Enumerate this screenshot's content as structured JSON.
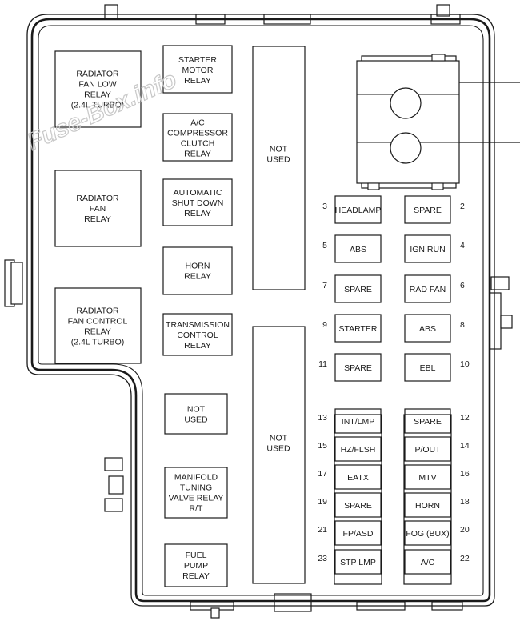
{
  "watermark": "Fuse-Box.info",
  "relays": [
    {
      "id": "radiator-fan-low-relay",
      "lines": [
        "RADIATOR",
        "FAN LOW",
        "RELAY",
        "(2.4L TURBO)"
      ]
    },
    {
      "id": "radiator-fan-relay",
      "lines": [
        "RADIATOR",
        "FAN",
        "RELAY"
      ]
    },
    {
      "id": "radiator-fan-control-relay",
      "lines": [
        "RADIATOR",
        "FAN CONTROL",
        "RELAY",
        "(2.4L TURBO)"
      ]
    },
    {
      "id": "starter-motor-relay",
      "lines": [
        "STARTER",
        "MOTOR",
        "RELAY"
      ]
    },
    {
      "id": "ac-compressor-clutch-relay",
      "lines": [
        "A/C",
        "COMPRESSOR",
        "CLUTCH",
        "RELAY"
      ]
    },
    {
      "id": "automatic-shut-down-relay",
      "lines": [
        "AUTOMATIC",
        "SHUT DOWN",
        "RELAY"
      ]
    },
    {
      "id": "horn-relay",
      "lines": [
        "HORN",
        "RELAY"
      ]
    },
    {
      "id": "transmission-control-relay",
      "lines": [
        "TRANSMISSION",
        "CONTROL",
        "RELAY"
      ]
    },
    {
      "id": "not-used-small",
      "lines": [
        "NOT",
        "USED"
      ]
    },
    {
      "id": "manifold-tuning-valve-relay",
      "lines": [
        "MANIFOLD",
        "TUNING",
        "VALVE RELAY",
        "R/T"
      ]
    },
    {
      "id": "fuel-pump-relay",
      "lines": [
        "FUEL",
        "PUMP",
        "RELAY"
      ]
    },
    {
      "id": "not-used-tall-upper",
      "lines": [
        "NOT",
        "USED"
      ]
    },
    {
      "id": "not-used-tall-lower",
      "lines": [
        "NOT",
        "USED"
      ]
    }
  ],
  "fuses": [
    {
      "num": "3",
      "label": "HEADLAMP",
      "side": "left"
    },
    {
      "num": "2",
      "label": "SPARE",
      "side": "right"
    },
    {
      "num": "5",
      "label": "ABS",
      "side": "left"
    },
    {
      "num": "4",
      "label": "IGN RUN",
      "side": "right"
    },
    {
      "num": "7",
      "label": "SPARE",
      "side": "left"
    },
    {
      "num": "6",
      "label": "RAD FAN",
      "side": "right"
    },
    {
      "num": "9",
      "label": "STARTER",
      "side": "left"
    },
    {
      "num": "8",
      "label": "ABS",
      "side": "right"
    },
    {
      "num": "11",
      "label": "SPARE",
      "side": "left"
    },
    {
      "num": "10",
      "label": "EBL",
      "side": "right"
    },
    {
      "num": "13",
      "label": "INT/LMP",
      "side": "left"
    },
    {
      "num": "12",
      "label": "SPARE",
      "side": "right"
    },
    {
      "num": "15",
      "label": "HZ/FLSH",
      "side": "left"
    },
    {
      "num": "14",
      "label": "P/OUT",
      "side": "right"
    },
    {
      "num": "17",
      "label": "EATX",
      "side": "left"
    },
    {
      "num": "16",
      "label": "MTV",
      "side": "right"
    },
    {
      "num": "19",
      "label": "SPARE",
      "side": "left"
    },
    {
      "num": "18",
      "label": "HORN",
      "side": "right"
    },
    {
      "num": "21",
      "label": "FP/ASD",
      "side": "left"
    },
    {
      "num": "20",
      "label": "FOG (BUX)",
      "side": "right"
    },
    {
      "num": "23",
      "label": "STP LMP",
      "side": "left"
    },
    {
      "num": "22",
      "label": "A/C",
      "side": "right"
    }
  ]
}
